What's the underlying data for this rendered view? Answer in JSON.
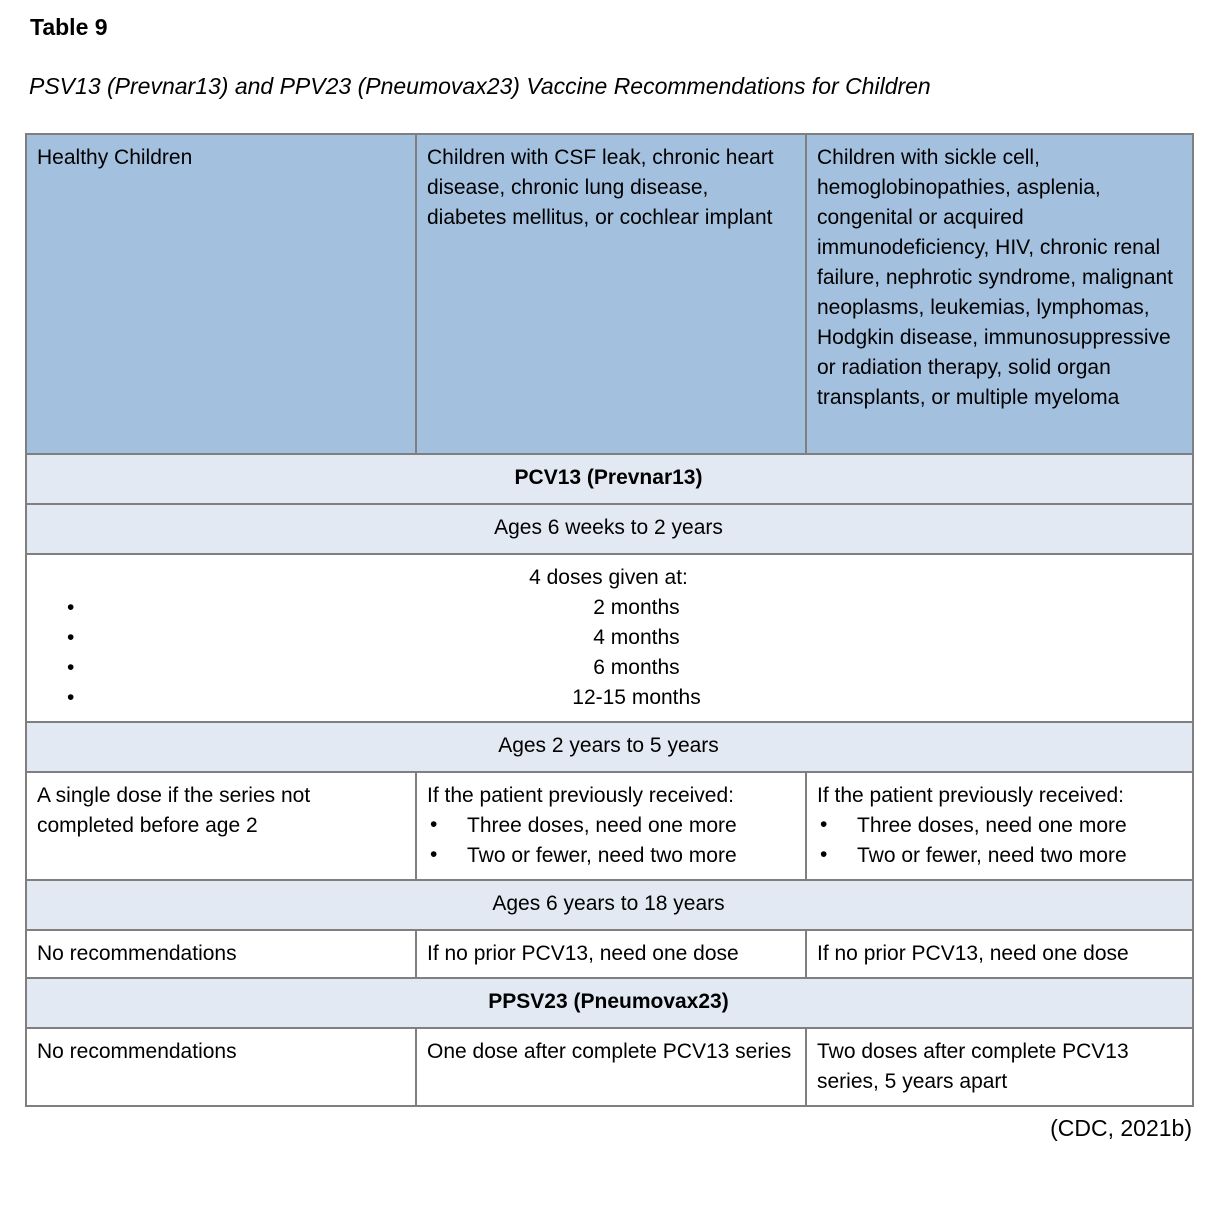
{
  "header": {
    "label": "Table 9",
    "caption": "PSV13 (Prevnar13) and PPV23 (Pneumovax23) Vaccine Recommendations for Children"
  },
  "glyphs": {
    "bullet": "•"
  },
  "colors": {
    "page_bg": "#ffffff",
    "header_bg": "#a3c1df",
    "section_bg": "#e2e9f3",
    "border": "#7f7f7f",
    "text": "#000000"
  },
  "table": {
    "headers": [
      "Healthy Children",
      "Children with CSF leak, chronic heart disease, chronic lung disease, diabetes mellitus, or cochlear implant",
      "Children with sickle cell, hemoglobinopathies, asplenia, congenital or acquired immunodeficiency, HIV, chronic renal failure, nephrotic syndrome, malignant neoplasms, leukemias, lymphomas, Hodgkin disease, immunosuppressive or radiation therapy, solid organ transplants, or multiple myeloma"
    ],
    "pcv13": {
      "title": "PCV13 (Prevnar13)",
      "age_6wk_2y": {
        "label": "Ages 6 weeks to 2 years",
        "intro": "4 doses given at:",
        "doses": [
          "2 months",
          "4 months",
          "6 months",
          "12-15 months"
        ]
      },
      "age_2y_5y": {
        "label": "Ages 2 years to 5 years",
        "col1": "A single dose if the series not completed before age 2",
        "col2_intro": "If the patient previously received:",
        "col2_items": [
          "Three doses, need one more",
          "Two or fewer, need two more"
        ],
        "col3_intro": "If the patient previously received:",
        "col3_items": [
          "Three doses, need one more",
          "Two or fewer, need two more"
        ]
      },
      "age_6y_18y": {
        "label": "Ages 6 years to 18 years",
        "col1": "No recommendations",
        "col2": "If no prior PCV13, need one dose",
        "col3": "If no prior PCV13, need one dose"
      }
    },
    "ppsv23": {
      "title": "PPSV23 (Pneumovax23)",
      "col1": "No recommendations",
      "col2": "One dose after complete PCV13 series",
      "col3": "Two doses after complete PCV13 series, 5 years apart"
    }
  },
  "footer": {
    "citation": "(CDC, 2021b)"
  }
}
